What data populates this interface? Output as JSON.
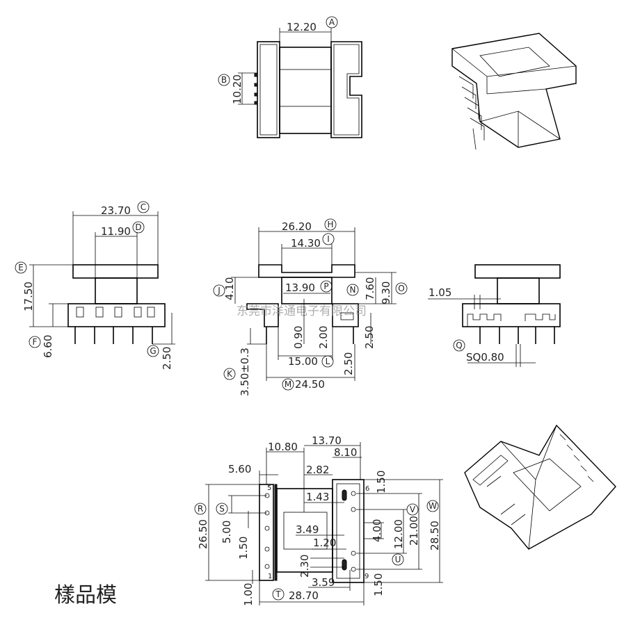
{
  "title_label": "樣品模",
  "watermark": "东莞市洋通电子有限公司",
  "markers": {
    "A": "A",
    "B": "B",
    "C": "C",
    "D": "D",
    "E": "E",
    "F": "F",
    "G": "G",
    "H": "H",
    "I": "I",
    "J": "J",
    "K": "K",
    "L": "L",
    "M": "M",
    "N": "N",
    "O": "O",
    "P": "P",
    "Q": "Q",
    "R": "R",
    "S": "S",
    "T": "T",
    "U": "U",
    "V": "V",
    "W": "W"
  },
  "top_view": {
    "A": "12.20",
    "B": "10.20"
  },
  "front_view": {
    "C": "23.70",
    "D": "11.90",
    "E": "17.50",
    "F": "6.60",
    "G": "2.50"
  },
  "center_view": {
    "H": "26.20",
    "I": "14.30",
    "J": "4.10",
    "P": "13.90",
    "N": "7.60",
    "O": "9.30",
    "d_2_00": "2.00",
    "d_0_90": "0.90",
    "d_2_50a": "2.50",
    "d_2_50b": "2.50",
    "L": "15.00",
    "M": "24.50",
    "K": "3.50±0.3"
  },
  "side_view": {
    "d_1_05": "1.05",
    "Q": "SQ0.80"
  },
  "bottom_view": {
    "d_10_80": "10.80",
    "d_13_70": "13.70",
    "d_8_10": "8.10",
    "d_5_60": "5.60",
    "d_2_82": "2.82",
    "d_1_50a": "1.50",
    "d_1_43": "1.43",
    "R": "26.50",
    "S": "5.00",
    "d_1_50b": "1.50",
    "d_3_49": "3.49",
    "d_1_20": "1.20",
    "d_4_00": "4.00",
    "U": "12.00",
    "V": "21.00",
    "W": "28.50",
    "d_2_30": "2.30",
    "d_3_59": "3.59",
    "d_1_50c": "1.50",
    "d_1_00": "1.00",
    "T": "28.70",
    "pins": {
      "p5": "5",
      "p1": "1",
      "p6": "6",
      "p9": "9"
    }
  }
}
